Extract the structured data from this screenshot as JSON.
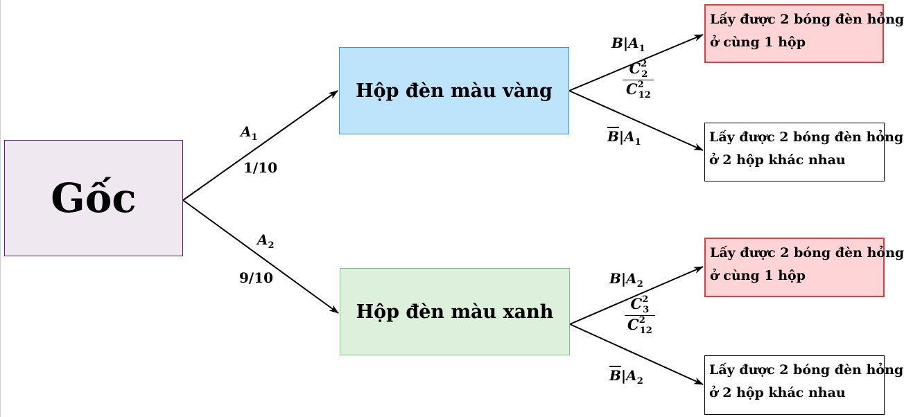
{
  "root": {
    "label": "Gốc"
  },
  "level1": [
    {
      "label": "Hộp đèn màu vàng",
      "event": "A",
      "event_sub": "1",
      "prob": "1/10"
    },
    {
      "label": "Hộp đèn màu xanh",
      "event": "A",
      "event_sub": "2",
      "prob": "9/10"
    }
  ],
  "leaves": [
    {
      "line1": "Lấy được 2 bóng đèn hỏng",
      "line2": "ở cùng 1 hộp",
      "cond": "B|A",
      "cond_sub": "1",
      "frac_num": "C",
      "frac_num_sup": "2",
      "frac_num_sub": "2",
      "frac_den": "C",
      "frac_den_sup": "2",
      "frac_den_sub": "12"
    },
    {
      "line1": "Lấy được 2 bóng đèn hỏng",
      "line2": "ở 2 hộp khác nhau",
      "cond_bar": "B",
      "cond_rest": "|A",
      "cond_sub": "1"
    },
    {
      "line1": "Lấy được 2 bóng đèn hỏng",
      "line2": "ở cùng 1 hộp",
      "cond": "B|A",
      "cond_sub": "2",
      "frac_num": "C",
      "frac_num_sup": "2",
      "frac_num_sub": "3",
      "frac_den": "C",
      "frac_den_sup": "2",
      "frac_den_sub": "12"
    },
    {
      "line1": "Lấy được 2 bóng đèn hỏng",
      "line2": "ở 2 hộp khác nhau",
      "cond_bar": "B",
      "cond_rest": "|A",
      "cond_sub": "2"
    }
  ],
  "colors": {
    "root_fill": "#efe8f1",
    "root_border": "#5c1a8c",
    "yellow_fill": "#bde4fb",
    "yellow_border": "#2aa0d6",
    "green_fill": "#dcf0dc",
    "green_border": "#7bc67b",
    "highlight_fill": "#ffd4d6",
    "highlight_border": "#e53a3a"
  }
}
